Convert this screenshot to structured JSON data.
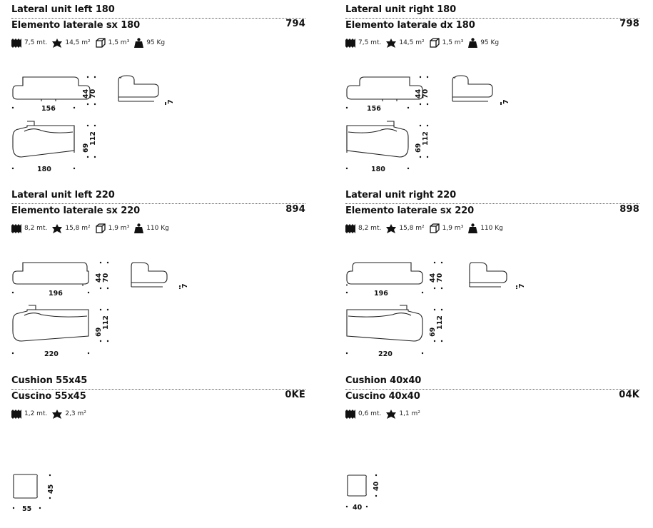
{
  "products": [
    {
      "title_en": "Lateral unit left 180",
      "title_it": "Elemento laterale sx 180",
      "code": "794",
      "specs": {
        "fabric": "7,5 mt.",
        "leather": "14,5 m²",
        "volume": "1,5 m³",
        "weight": "95 Kg"
      },
      "dims": {
        "side_width": "156",
        "top_width": "180",
        "seat_height": "44",
        "back_height": "70",
        "seat_depth": "69",
        "depth": "112",
        "foot": "7"
      }
    },
    {
      "title_en": "Lateral unit right 180",
      "title_it": "Elemento laterale dx 180",
      "code": "798",
      "specs": {
        "fabric": "7,5 mt.",
        "leather": "14,5 m²",
        "volume": "1,5 m³",
        "weight": "95 Kg"
      },
      "dims": {
        "side_width": "156",
        "top_width": "180",
        "seat_height": "44",
        "back_height": "70",
        "seat_depth": "69",
        "depth": "112",
        "foot": "7"
      }
    },
    {
      "title_en": "Lateral unit left 220",
      "title_it": "Elemento laterale sx 220",
      "code": "894",
      "specs": {
        "fabric": "8,2 mt.",
        "leather": "15,8 m²",
        "volume": "1,9 m³",
        "weight": "110 Kg"
      },
      "dims": {
        "side_width": "196",
        "top_width": "220",
        "seat_height": "44",
        "back_height": "70",
        "seat_depth": "69",
        "depth": "112",
        "foot": "7"
      }
    },
    {
      "title_en": "Lateral unit right 220",
      "title_it": "Elemento laterale sx 220",
      "code": "898",
      "specs": {
        "fabric": "8,2 mt.",
        "leather": "15,8 m²",
        "volume": "1,9 m³",
        "weight": "110 Kg"
      },
      "dims": {
        "side_width": "196",
        "top_width": "220",
        "seat_height": "44",
        "back_height": "70",
        "seat_depth": "69",
        "depth": "112",
        "foot": "7"
      }
    }
  ],
  "cushions": [
    {
      "title_en": "Cushion 55x45",
      "title_it": "Cuscino 55x45",
      "code": "0KE",
      "specs": {
        "fabric": "1,2 mt.",
        "leather": "2,3 m²"
      },
      "dims": {
        "width": "55",
        "height": "45"
      }
    },
    {
      "title_en": "Cushion 40x40",
      "title_it": "Cuscino 40x40",
      "code": "04K",
      "specs": {
        "fabric": "0,6 mt.",
        "leather": "1,1 m²"
      },
      "dims": {
        "width": "40",
        "height": "40"
      }
    }
  ],
  "icons": [
    "fabric-icon",
    "leather-icon",
    "volume-icon",
    "weight-icon"
  ]
}
